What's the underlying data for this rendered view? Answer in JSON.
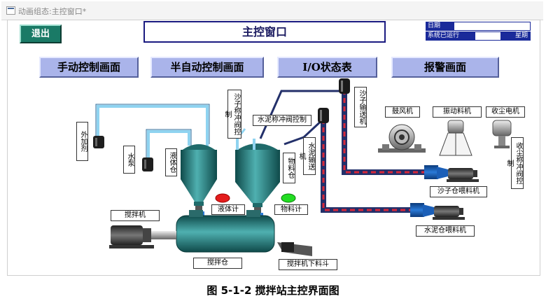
{
  "window": {
    "title": "动画组态:主控窗口*"
  },
  "header": {
    "exit_label": "退出",
    "main_title": "主控窗口",
    "date_label": "日期",
    "running_label": "系统已运行",
    "weekday_label": "星期"
  },
  "nav": {
    "manual": "手动控制画面",
    "semi_auto": "半自动控制画面",
    "io_status": "I/O状态表",
    "alarm": "报警画面"
  },
  "labels": {
    "admixture": "外加剂",
    "water_pump": "水泵",
    "liquid_bin": "液体仓",
    "sand_valve": "沙子称冲阀控制",
    "cement_valve": "水泥称冲阀控制",
    "material_bin": "物料仓",
    "cement_conveyor": "水泥输送机",
    "sand_conveyor": "沙子输送机",
    "blower": "鼓风机",
    "vibrator": "振动料机",
    "dust_motor": "收尘电机",
    "dust_valve": "收尘称冲阀控制",
    "sand_feeder": "沙子仓喂料机",
    "cement_feeder": "水泥仓喂料机",
    "liquid_meter": "液体计",
    "material_meter": "物料计",
    "mixer_machine": "搅拌机",
    "mixer_bin": "搅拌仓",
    "mixer_chute": "搅拌机下料斗"
  },
  "caption": "图 5-1-2 搅拌站主控界面图",
  "colors": {
    "teal_tank": "#2e8a8a",
    "pipe_blue": "#8fd3f0",
    "conveyor_navy": "#23306a",
    "conveyor_red": "#d8283a",
    "nav_button": "#aab4ea",
    "exit_button": "#1a7a66",
    "lamp_red": "#e41c1c",
    "lamp_green": "#22dd22"
  }
}
